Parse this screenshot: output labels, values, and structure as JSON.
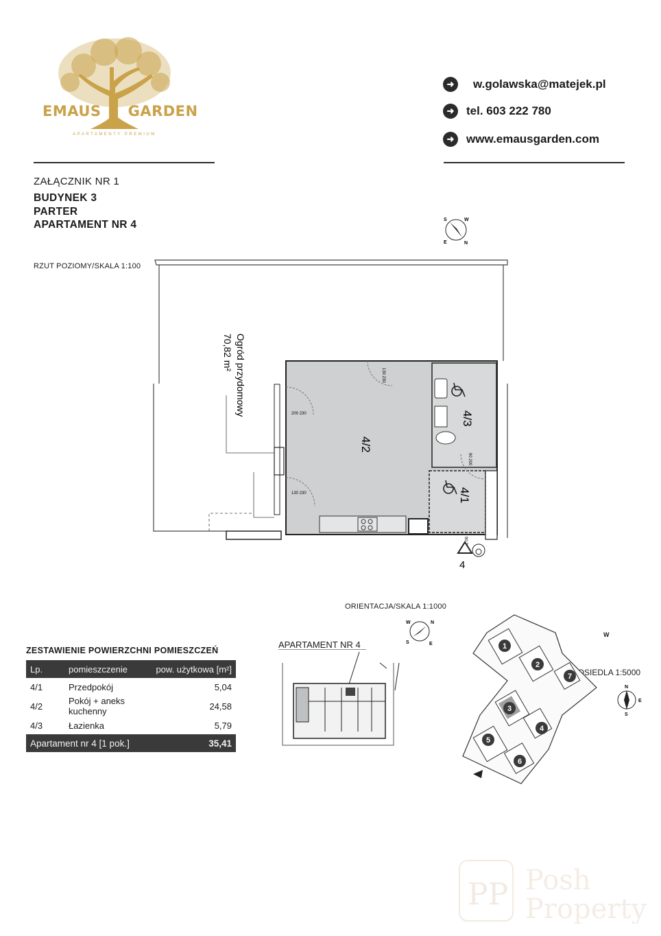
{
  "brand": {
    "name_left": "EMAUS",
    "name_right": "GARDEN",
    "subtitle": "APARTAMENTY PREMIUM",
    "gold_color": "#c9a24a"
  },
  "contacts": [
    {
      "icon": "arrow-right-icon",
      "text": "w.golawska@matejek.pl"
    },
    {
      "icon": "arrow-right-icon",
      "text": "tel. 603 222 780"
    },
    {
      "icon": "arrow-right-icon",
      "text": "www.emausgarden.com"
    }
  ],
  "header": {
    "annex": "ZAŁĄCZNIK NR 1",
    "building": "BUDYNEK 3",
    "floor": "PARTER",
    "apartment": "APARTAMENT NR 4"
  },
  "plan": {
    "caption": "RZUT POZIOMY/SKALA 1:100",
    "garden_label": "Ogród przydomowy",
    "garden_area": "70,82 m²",
    "room_4_1": "4/1",
    "room_4_2": "4/2",
    "room_4_3": "4/3",
    "entrance_label": "4",
    "heights": [
      "130 230",
      "200 230",
      "130 230",
      "90 200",
      "90 200"
    ],
    "compass": {
      "n": "N",
      "s": "S",
      "e": "E",
      "w": "W"
    }
  },
  "orientation": {
    "caption": "ORIENTACJA/SKALA 1:1000",
    "apartment_label": "APARTAMENT NR 4"
  },
  "estate": {
    "caption": "PLAN OSIEDLA 1:5000",
    "buildings": [
      "1",
      "2",
      "3",
      "4",
      "5",
      "6",
      "7"
    ],
    "w_label": "W"
  },
  "table": {
    "title": "ZESTAWIENIE POWIERZCHNI POMIESZCZEŃ",
    "headers": [
      "Lp.",
      "pomieszczenie",
      "pow. użytkowa [m²]"
    ],
    "rows": [
      {
        "lp": "4/1",
        "name": "Przedpokój",
        "area": "5,04"
      },
      {
        "lp": "4/2",
        "name": "Pokój + aneks kuchenny",
        "area": "24,58"
      },
      {
        "lp": "4/3",
        "name": "Łazienka",
        "area": "5,79"
      }
    ],
    "total_label": "Apartament nr 4 [1 pok.]",
    "total_area": "35,41"
  },
  "watermark": {
    "line1": "Posh",
    "line2": "Property"
  }
}
